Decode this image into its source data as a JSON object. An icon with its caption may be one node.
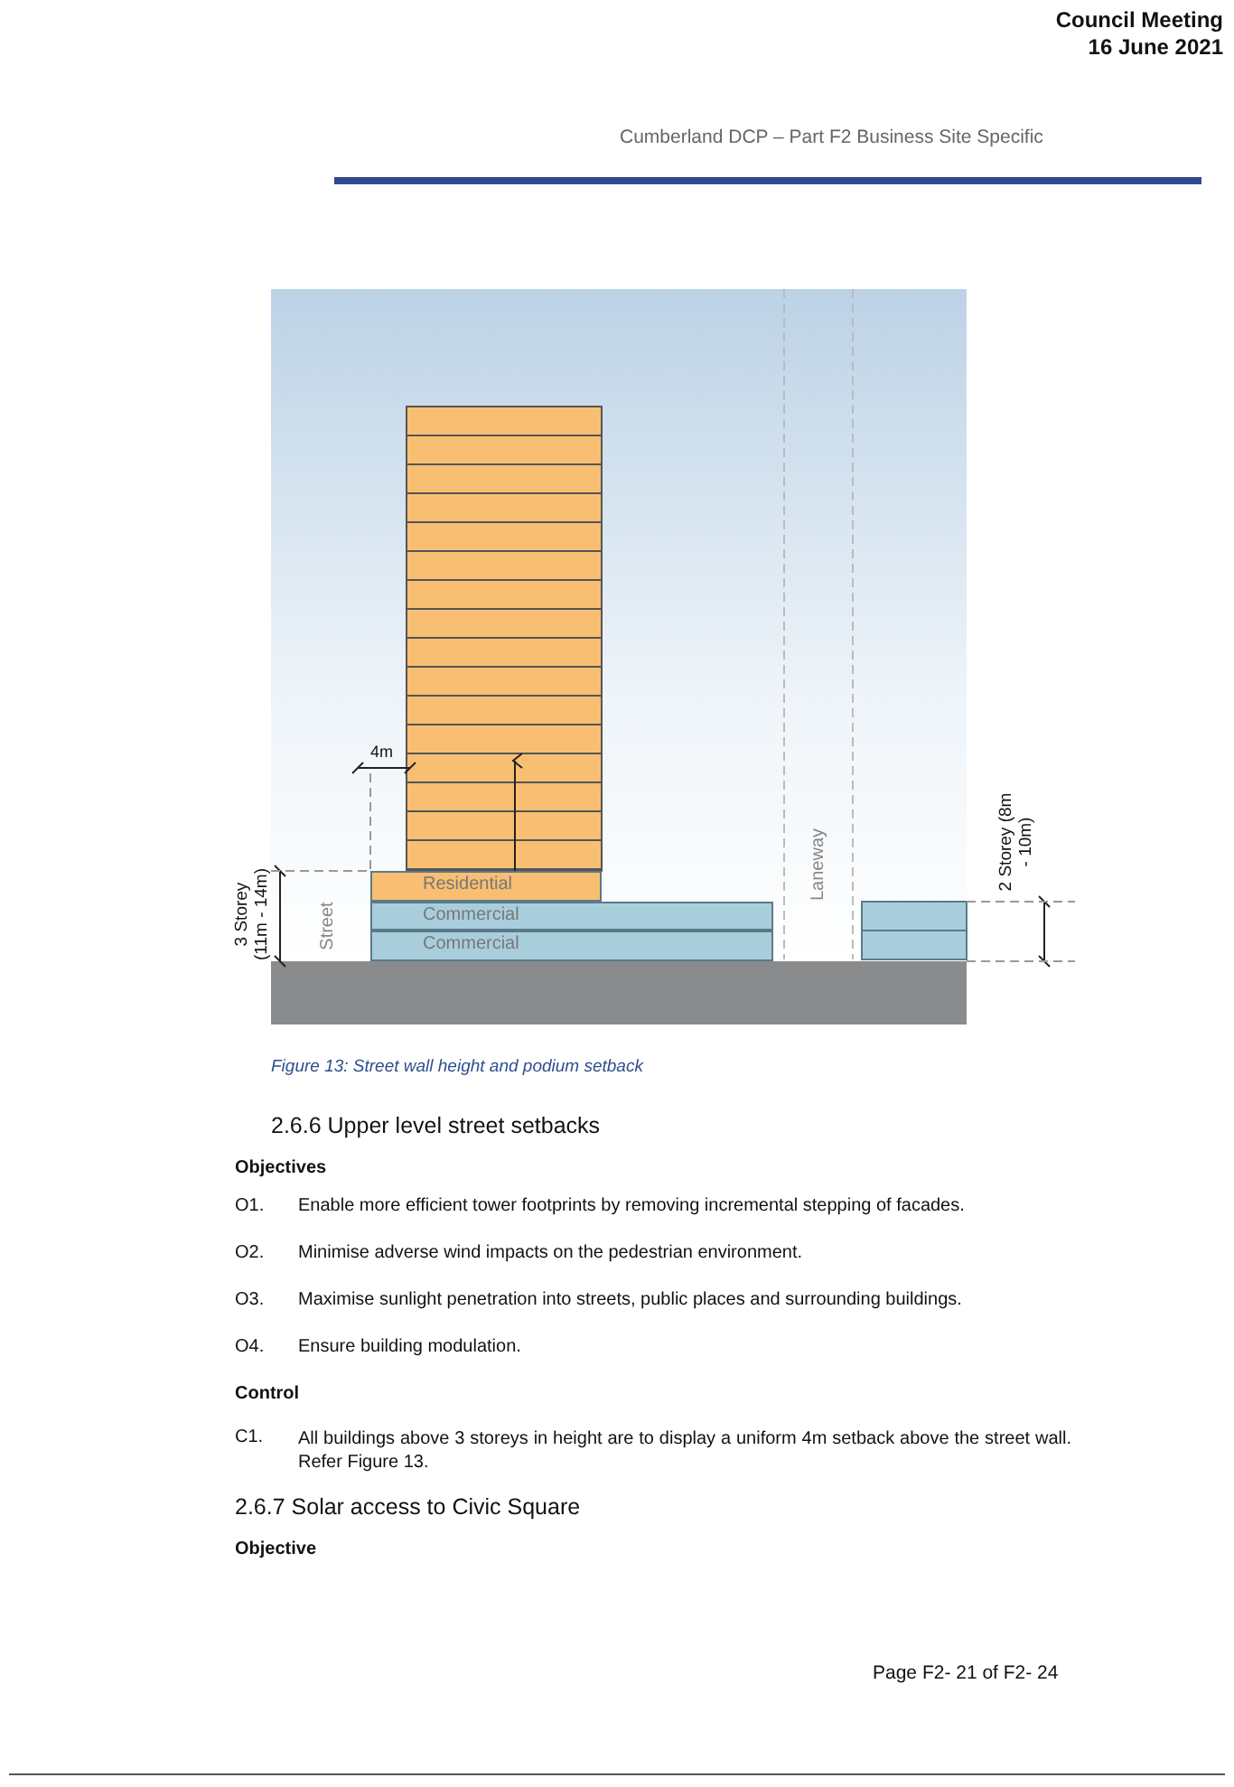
{
  "diagram": {
    "nodes": [
      {
        "text": [
          "Residential"
        ]
      },
      {
        "text": [
          "Commercial"
        ]
      },
      {
        "text": [
          "Commercial"
        ]
      }
    ],
    "edges": [],
    "labels": [
      "Council Meeting",
      "16 June 2021",
      "Cumberland DCP – Part F2 Business Site Specific",
      "4m",
      "3 Storey (11m - 14m)",
      "Street",
      "Laneway",
      "2 Storey (8m - 10m)",
      "Figure 13: Street wall height and podium setback",
      "2.6.6 Upper level street setbacks",
      "Objectives",
      "O1.",
      "Enable more efficient tower footprints by removing incremental stepping of facades.",
      "O2.",
      "Minimise adverse wind impacts on the pedestrian environment.",
      "O3.",
      "Maximise sunlight penetration into streets, public places and surrounding buildings.",
      "O4.",
      "Ensure building modulation.",
      "Control",
      "C1.",
      "All buildings above 3 storeys in height are to display a uniform 4m setback above the street wall. Refer Figure 13.",
      "2.6.7 Solar access to Civic Square",
      "Objective",
      "Page F2- 21 of F2- 24"
    ]
  }
}
